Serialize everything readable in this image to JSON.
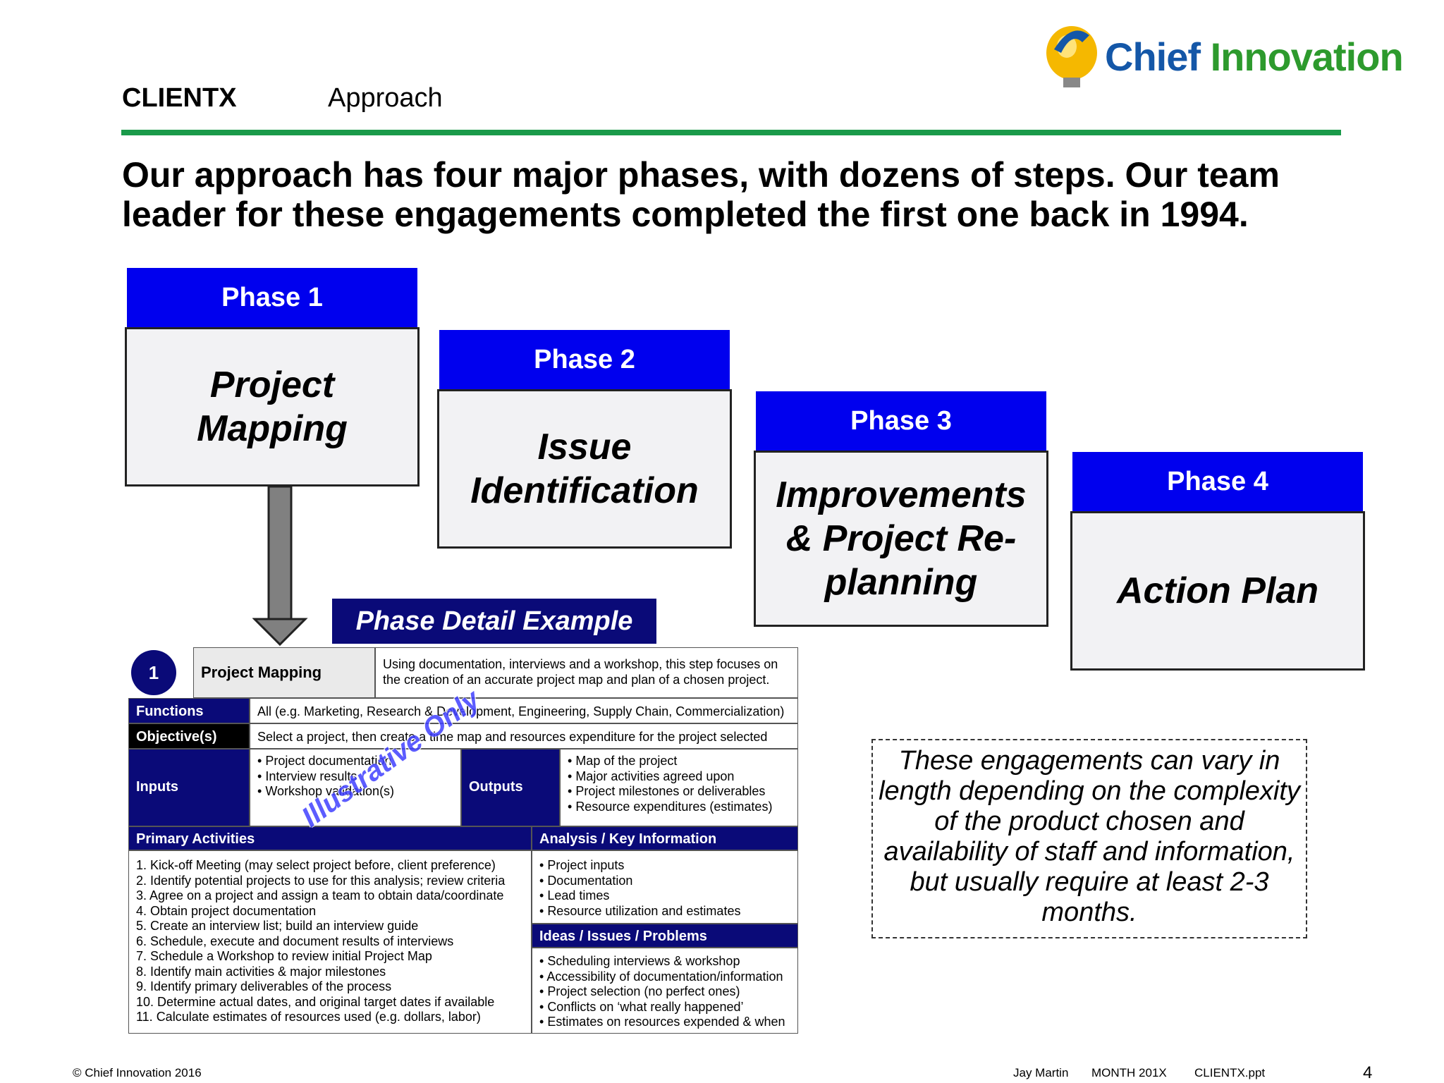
{
  "header": {
    "client": "CLIENTX",
    "section": "Approach",
    "logo_word1": "Chief",
    "logo_word2": "Innovation"
  },
  "headline": "Our approach has four major phases, with dozens of steps.  Our team leader for these engagements completed the first one back in 1994.",
  "phases": [
    {
      "label": "Phase 1",
      "title": "Project Mapping"
    },
    {
      "label": "Phase 2",
      "title": "Issue Identification"
    },
    {
      "label": "Phase 3",
      "title": "Improvements & Project Re-planning"
    },
    {
      "label": "Phase 4",
      "title": "Action Plan"
    }
  ],
  "detail": {
    "title": "Phase Detail Example",
    "watermark": "Illustrative Only",
    "step_number": "1",
    "step_name": "Project Mapping",
    "step_description": "Using documentation, interviews and a workshop, this step focuses on the creation of an accurate project map and plan of a chosen project.",
    "functions_label": "Functions",
    "functions_value": "All (e.g. Marketing, Research & Development, Engineering, Supply Chain, Commercialization)",
    "objectives_label": "Objective(s)",
    "objectives_value": "Select a project, then create a time map and resources expenditure for the project selected",
    "inputs_label": "Inputs",
    "inputs": [
      "Project documentation",
      "Interview results",
      "Workshop validation(s)"
    ],
    "outputs_label": "Outputs",
    "outputs": [
      "Map of the project",
      "Major activities agreed upon",
      "Project milestones or deliverables",
      "Resource expenditures (estimates)"
    ],
    "primary_label": "Primary Activities",
    "primary": [
      "1.  Kick-off Meeting (may select project before, client preference)",
      "2.  Identify potential projects to use for this analysis; review criteria",
      "3.  Agree on a project and assign a team to obtain data/coordinate",
      "4.  Obtain project documentation",
      "5.  Create an interview list;  build an interview guide",
      "6.  Schedule, execute and document results of interviews",
      "7.  Schedule a Workshop to review initial Project Map",
      "8.  Identify main activities & major milestones",
      "9.  Identify primary deliverables of the process",
      "10. Determine actual dates, and original target dates if available",
      "11. Calculate estimates of resources used (e.g. dollars, labor)"
    ],
    "analysis_label": "Analysis / Key Information",
    "analysis": [
      "Project inputs",
      "Documentation",
      "Lead times",
      "Resource utilization and estimates"
    ],
    "ideas_label": "Ideas / Issues / Problems",
    "ideas": [
      "Scheduling interviews & workshop",
      "Accessibility of documentation/information",
      "Project selection (no perfect ones)",
      "Conflicts on ‘what really happened’",
      "Estimates on resources expended & when"
    ]
  },
  "note": "These engagements can vary in length depending on the complexity of the product chosen and availability of staff and information, but usually require at least 2-3 months.",
  "footer": {
    "copyright": "© Chief Innovation 2016",
    "author": "Jay Martin",
    "date": "MONTH 201X",
    "file": "CLIENTX.ppt",
    "page": "4"
  },
  "colors": {
    "phase_header": "#0000ee",
    "navy": "#0a0a78",
    "rule": "#1a9a4a"
  }
}
